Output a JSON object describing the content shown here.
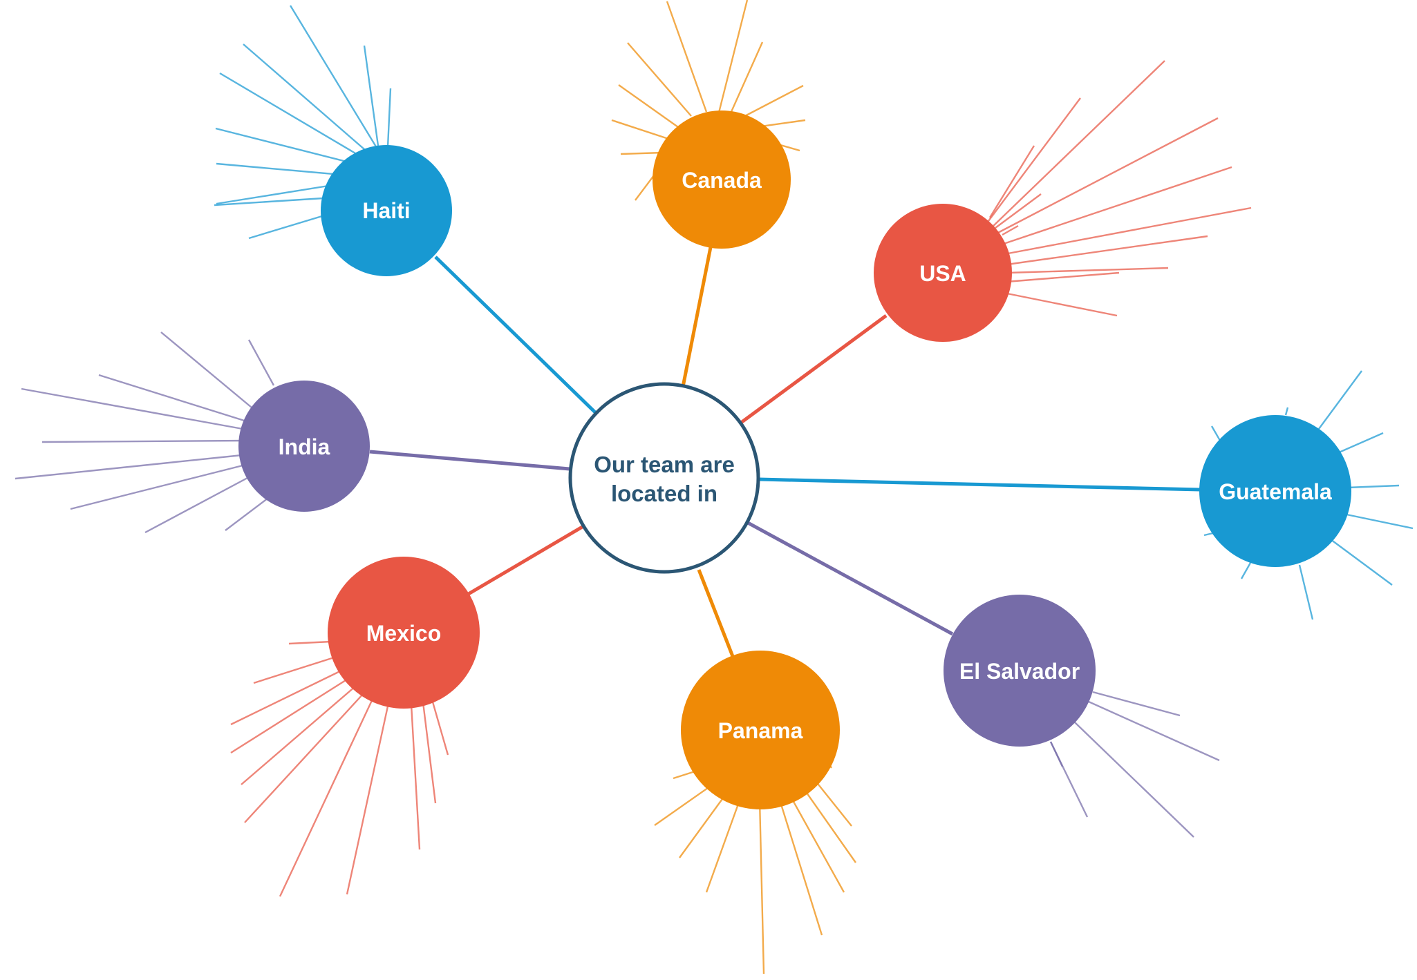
{
  "diagram": {
    "center": {
      "line1": "Our team are",
      "line2": "located in",
      "stroke": "#2b5674",
      "text_color": "#2b5674"
    },
    "nodes": [
      {
        "id": "haiti",
        "label": "Haiti",
        "color": "#1899d2"
      },
      {
        "id": "canada",
        "label": "Canada",
        "color": "#ef8a06"
      },
      {
        "id": "usa",
        "label": "USA",
        "color": "#e85644"
      },
      {
        "id": "guatemala",
        "label": "Guatemala",
        "color": "#1899d2"
      },
      {
        "id": "el-salvador",
        "label": "El Salvador",
        "color": "#766ca8"
      },
      {
        "id": "panama",
        "label": "Panama",
        "color": "#ef8a06"
      },
      {
        "id": "mexico",
        "label": "Mexico",
        "color": "#e85644"
      },
      {
        "id": "india",
        "label": "India",
        "color": "#766ca8"
      }
    ]
  }
}
